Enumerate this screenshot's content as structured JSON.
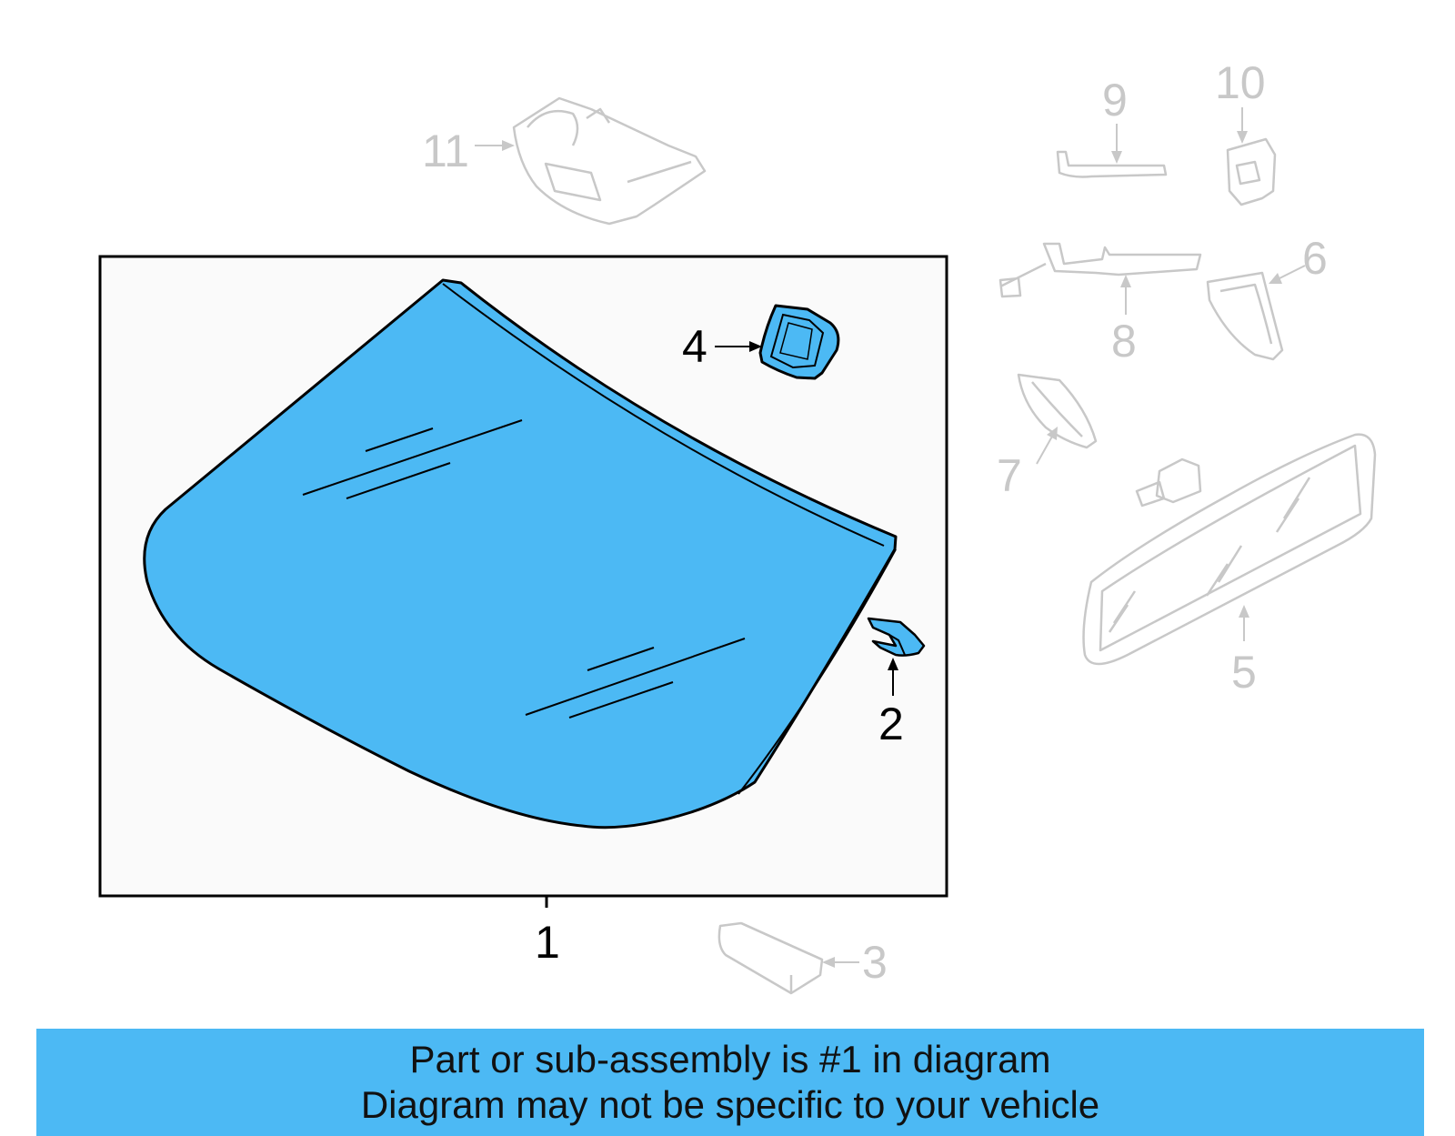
{
  "callouts": {
    "c1": "1",
    "c2": "2",
    "c3": "3",
    "c4": "4",
    "c5": "5",
    "c6": "6",
    "c7": "7",
    "c8": "8",
    "c9": "9",
    "c10": "10",
    "c11": "11"
  },
  "banner": {
    "line1": "Part or sub-assembly is #1 in diagram",
    "line2": "Diagram may not be specific to your vehicle"
  },
  "colors": {
    "highlight": "#4cb9f4",
    "inactive": "#c8c8c8",
    "outline": "#000000",
    "panel": "#fafafa"
  }
}
